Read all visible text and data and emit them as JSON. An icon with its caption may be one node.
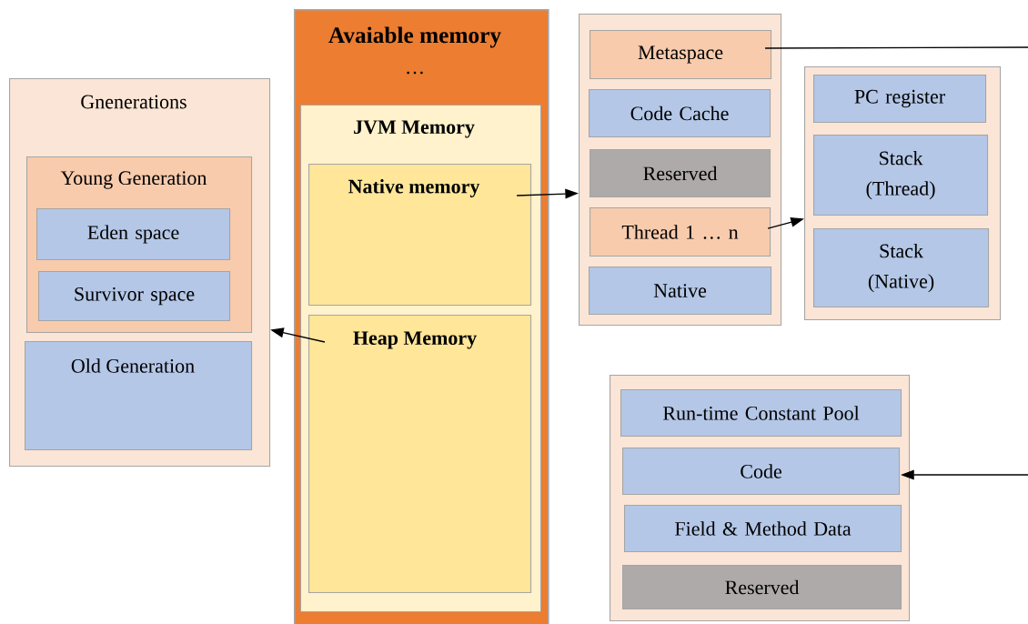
{
  "diagram": {
    "nodes": [
      {
        "text": [
          "Avaiable memory",
          "…"
        ]
      },
      {
        "text": [
          "JVM Memory"
        ],
        "in": 0
      },
      {
        "text": [
          "Native memory"
        ],
        "in": 1
      },
      {
        "text": [
          "Heap Memory"
        ],
        "in": 1
      },
      {
        "text": [
          "Gnenerations"
        ]
      },
      {
        "text": [
          "Young Generation"
        ],
        "in": 4
      },
      {
        "text": [
          "Eden space"
        ],
        "in": 5
      },
      {
        "text": [
          "Survivor space"
        ],
        "in": 5
      },
      {
        "text": [
          "Old Generation"
        ],
        "in": 4
      },
      {
        "text": [],
        "shape": "box"
      },
      {
        "text": [
          "Metaspace"
        ],
        "in": 9
      },
      {
        "text": [
          "Code Cache"
        ],
        "in": 9
      },
      {
        "text": [
          "Reserved"
        ],
        "in": 9
      },
      {
        "text": [
          "Thread 1 … n"
        ],
        "in": 9
      },
      {
        "text": [
          "Native"
        ],
        "in": 9
      },
      {
        "text": [],
        "shape": "box"
      },
      {
        "text": [
          "PC register"
        ],
        "in": 15
      },
      {
        "text": [
          "Stack (Thread)"
        ],
        "in": 15
      },
      {
        "text": [
          "Stack (Native)"
        ],
        "in": 15
      },
      {
        "text": [],
        "shape": "box"
      },
      {
        "text": [
          "Run-time Constant Pool"
        ],
        "in": 19
      },
      {
        "text": [
          "Code"
        ],
        "in": 19
      },
      {
        "text": [
          "Field & Method Data"
        ],
        "in": 19
      },
      {
        "text": [
          "Reserved"
        ],
        "in": 19
      }
    ],
    "edges": [
      {
        "from": 2,
        "to": 9,
        "arrow": "to"
      },
      {
        "from": 3,
        "to": 4,
        "arrow": "to"
      },
      {
        "from": 13,
        "to": 15,
        "arrow": "to"
      },
      {
        "from": 10,
        "to": null,
        "arrow": "none"
      },
      {
        "from": null,
        "to": 21,
        "arrow": "to"
      }
    ]
  }
}
